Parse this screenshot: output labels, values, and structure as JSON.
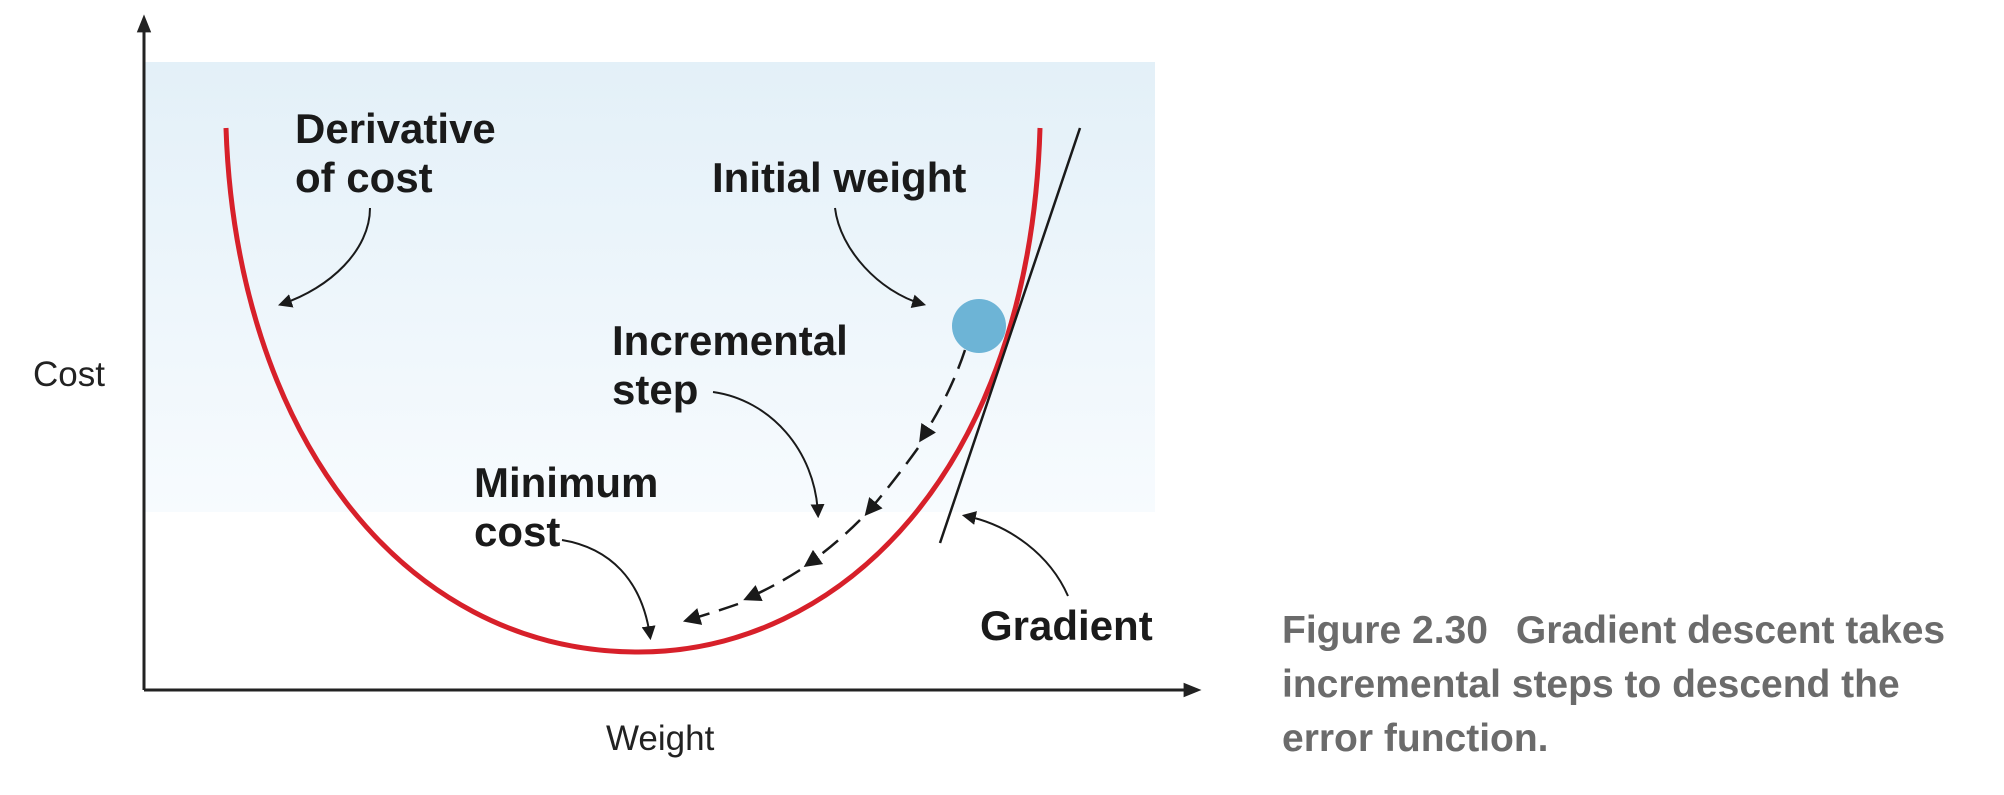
{
  "diagram": {
    "y_axis_label": "Cost",
    "x_axis_label": "Weight",
    "annotations": {
      "derivative": [
        "Derivative",
        "of cost"
      ],
      "initial_weight": "Initial weight",
      "incremental_step": [
        "Incremental",
        "step"
      ],
      "minimum_cost": [
        "Minimum",
        "cost"
      ],
      "gradient": "Gradient"
    },
    "colors": {
      "curve": "#d7202a",
      "ball": "#6db4d6",
      "band_top": "#e3f0f8",
      "axis": "#222222"
    }
  },
  "caption": {
    "figure_number": "Figure 2.30",
    "text": "Gradient descent takes incremental steps to descend the error function."
  }
}
